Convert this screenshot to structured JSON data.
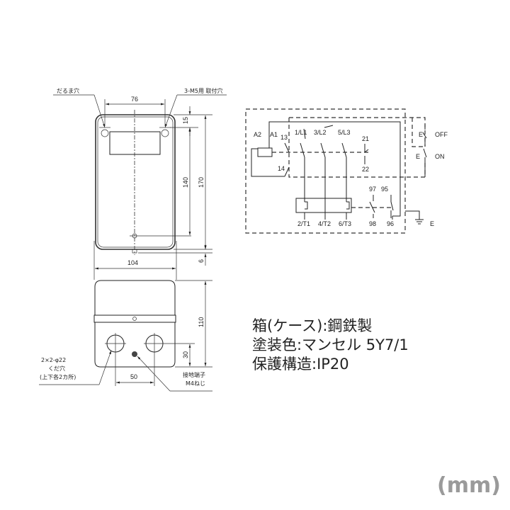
{
  "drawing": {
    "callouts": {
      "daruma_hole": "だるま穴",
      "mount_hole": "3-M5用 取付穴",
      "knockout": [
        "2×2-φ22",
        "くだ穴",
        "(上下各2カ所)"
      ],
      "ground_terminal": [
        "接地端子",
        "M4ねじ"
      ]
    },
    "dimensions": {
      "hole_pitch_w": "76",
      "top_offset": "15",
      "hole_pitch_h": "140",
      "height_total": "170",
      "bottom_tab": "6",
      "width_total": "104",
      "lower_height": "110",
      "knockout_height": "30",
      "knockout_pitch": "50"
    }
  },
  "circuit": {
    "labels": {
      "a2": "A2",
      "a1": "A1",
      "c13": "13",
      "c14": "14",
      "l1": "1/L1",
      "l2": "3/L2",
      "l3": "5/L3",
      "c21": "21",
      "c22": "22",
      "t1": "2/T1",
      "t2": "4/T2",
      "t3": "6/T3",
      "c97": "97",
      "c95": "95",
      "c98": "98",
      "c96": "96",
      "off": "OFF",
      "on": "ON",
      "e_off": "E",
      "e_on": "E",
      "earth": "E"
    }
  },
  "specs": [
    "箱(ケース):鋼鉄製",
    "塗装色:マンセル 5Y7/1",
    "保護構造:IP20"
  ],
  "unit": "(mm)"
}
